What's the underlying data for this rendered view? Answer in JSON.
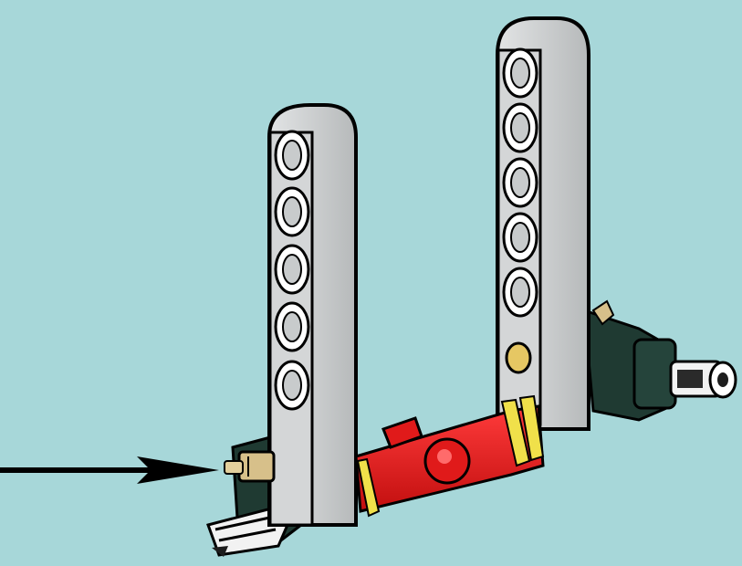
{
  "diagram": {
    "kind": "lego-technic-building-step",
    "background": "#a7d7d9",
    "parts": [
      {
        "name": "technic-beam-left",
        "color": "#c8cbcc"
      },
      {
        "name": "technic-beam-right",
        "color": "#c8cbcc"
      },
      {
        "name": "red-connector-axle",
        "color": "#e01a1a"
      },
      {
        "name": "yellow-bushing-rings",
        "color": "#f0e04a"
      },
      {
        "name": "tan-pin",
        "color": "#d7c08a"
      },
      {
        "name": "dark-green-connectors",
        "color": "#1f3a32"
      },
      {
        "name": "white-axle-end",
        "color": "#f2f2f2"
      }
    ],
    "annotations": [
      {
        "name": "insertion-arrow",
        "color": "#000000",
        "points_to": "tan-pin"
      }
    ]
  }
}
